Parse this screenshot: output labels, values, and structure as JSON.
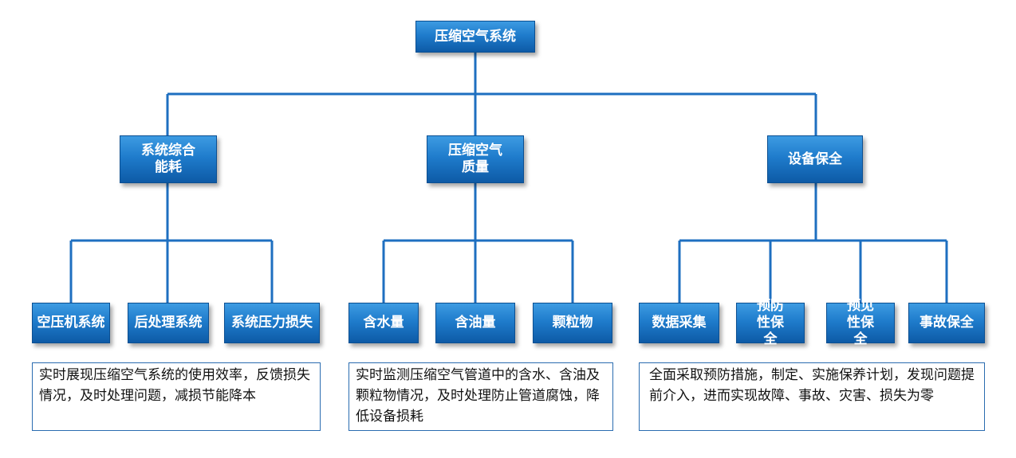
{
  "root": {
    "label": "压缩空气系统"
  },
  "categories": [
    {
      "label": "系统综合能耗",
      "description": "实时展现压缩空气系统的使用效率，反馈损失情况，及时处理问题，减损节能降本",
      "children": [
        "空压机系统",
        "后处理系统",
        "系统压力损失"
      ]
    },
    {
      "label": "压缩空气质量",
      "description": "实时监测压缩空气管道中的含水、含油及颗粒物情况，及时处理防止管道腐蚀，降低设备损耗",
      "children": [
        "含水量",
        "含油量",
        "颗粒物"
      ]
    },
    {
      "label": "设备保全",
      "description": "全面采取预防措施，制定、实施保养计划，发现问题提前介入，进而实现故障、事故、灾害、损失为零",
      "children": [
        "数据采集",
        "预防性保全",
        "预见性保全",
        "事故保全"
      ]
    }
  ],
  "colors": {
    "connector": "#1e6fc0",
    "node_top": "#3d9be2",
    "node_bottom": "#0d5aa6",
    "desc_border": "#2a6cb0"
  }
}
